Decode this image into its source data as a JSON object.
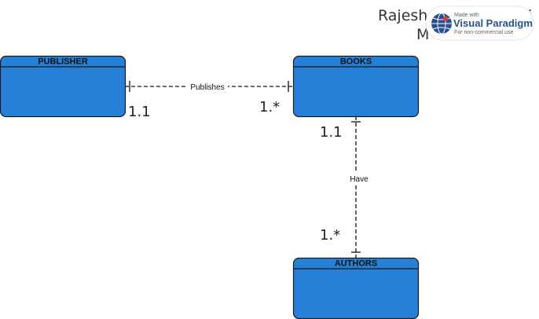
{
  "header": {
    "author_line1": "Rajesh",
    "author_line1_tail": "i",
    "author_line2": "M"
  },
  "watermark": {
    "small": "Made with",
    "brand": "Visual Paradigm",
    "note": "For non-commercial use"
  },
  "entities": {
    "publisher": {
      "title": "PUBLISHER"
    },
    "books": {
      "title": "BOOKS"
    },
    "authors": {
      "title": "AUTHORS"
    }
  },
  "relationships": {
    "publishes": {
      "label": "Publishes",
      "left_multiplicity": "1.1",
      "right_multiplicity": "1.*"
    },
    "have": {
      "label": "Have",
      "top_multiplicity": "1.1",
      "bottom_multiplicity": "1.*"
    }
  },
  "colors": {
    "entity_fill": "#2680d6",
    "entity_stroke": "#1a1a1a"
  }
}
